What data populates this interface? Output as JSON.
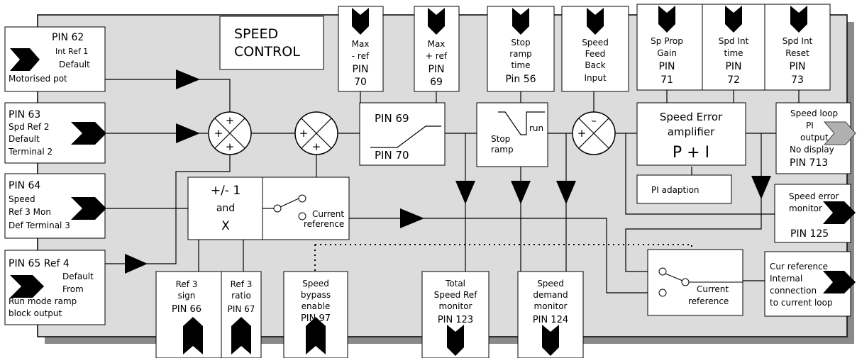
{
  "title": [
    "SPEED",
    "CONTROL"
  ],
  "inputs": {
    "pin62": [
      "PIN 62",
      "Int Ref 1",
      "Default",
      "Motorised pot"
    ],
    "pin63": [
      "PIN 63",
      "Spd Ref 2",
      "Default",
      "Terminal 2"
    ],
    "pin64": [
      "PIN 64",
      "Speed",
      "Ref 3 Mon",
      "Def Terminal 3"
    ],
    "pin65": [
      "PIN 65 Ref 4",
      "Default",
      "From",
      "Run mode ramp",
      "block output"
    ]
  },
  "top_params": {
    "max_neg_ref": [
      "Max",
      "- ref",
      "PIN",
      "70"
    ],
    "max_pos_ref": [
      "Max",
      "+ ref",
      "PIN",
      "69"
    ],
    "stop_ramp_time": [
      "Stop",
      "ramp",
      "time",
      "Pin 56"
    ],
    "speed_feedback": [
      "Speed",
      "Feed",
      "Back",
      "Input"
    ],
    "sp_prop_gain": [
      "Sp Prop",
      "Gain",
      "PIN",
      "71"
    ],
    "spd_int_time": [
      "Spd Int",
      "time",
      "PIN",
      "72"
    ],
    "spd_int_reset": [
      "Spd Int",
      "Reset",
      "PIN",
      "73"
    ]
  },
  "blocks": {
    "limit": {
      "upper": "PIN  69",
      "lower": "PIN  70"
    },
    "stop_ramp": {
      "label1": "Stop",
      "label2": "ramp",
      "run": "run"
    },
    "error_amp": [
      "Speed Error",
      "amplifier",
      "P + I"
    ],
    "pi_adaption": "PI adaption",
    "ref3_mult": [
      "+/- 1",
      "and",
      "X"
    ],
    "current_ref_switch": [
      "Current",
      "reference"
    ],
    "current_ref_switch2": [
      "Current",
      "reference"
    ]
  },
  "summing_signs": {
    "s1": [
      "+",
      "+",
      "+"
    ],
    "s2": [
      "+",
      "+"
    ],
    "s3": [
      "+",
      "–"
    ]
  },
  "outputs": {
    "speed_loop_pi": [
      "Speed loop",
      "PI",
      "output",
      "No display",
      "PIN 713"
    ],
    "speed_error_monitor": [
      "Speed error",
      "monitor",
      "PIN 125"
    ],
    "cur_reference": [
      "Cur reference",
      "Internal",
      "connection",
      "to current loop"
    ]
  },
  "bottom_params": {
    "ref3_sign": [
      "Ref 3",
      "sign",
      "PIN  66"
    ],
    "ref3_ratio": [
      "Ref 3",
      "ratio",
      "PIN 67"
    ],
    "speed_bypass": [
      "Speed",
      "bypass",
      "enable",
      "PIN 97"
    ],
    "total_speed_ref": [
      "Total",
      "Speed Ref",
      "monitor",
      "PIN 123"
    ],
    "speed_demand": [
      "Speed",
      "demand",
      "monitor",
      "PIN 124"
    ]
  }
}
